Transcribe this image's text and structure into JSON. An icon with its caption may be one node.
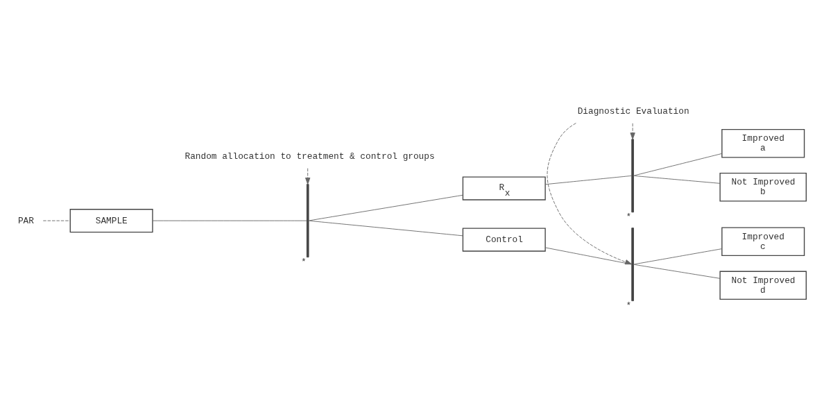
{
  "diagram": {
    "nodes": [
      {
        "text": [
          "PAR"
        ]
      },
      {
        "text": [
          "SAMPLE"
        ]
      },
      {
        "text": [],
        "shape": "bar",
        "beside": [
          "*"
        ]
      },
      {
        "text": [
          "R$_{x}$"
        ]
      },
      {
        "text": [
          "Control"
        ]
      },
      {
        "text": [],
        "shape": "bar",
        "beside": [
          "*"
        ]
      },
      {
        "text": [
          "Improved",
          "a"
        ]
      },
      {
        "text": [
          "Not Improved",
          "b"
        ]
      },
      {
        "text": [],
        "shape": "bar",
        "beside": [
          "*"
        ]
      },
      {
        "text": [
          "Improved",
          "c"
        ]
      },
      {
        "text": [
          "Not Improved",
          "d"
        ]
      },
      {
        "text": [
          "Random allocation to treatment & control groups"
        ]
      },
      {
        "text": [
          "Diagnostic Evaluation"
        ]
      }
    ],
    "edges": [
      {
        "from": 0,
        "to": 1,
        "arrow": "none",
        "style": "dashed"
      },
      {
        "from": 1,
        "to": 2,
        "arrow": "none"
      },
      {
        "from": 2,
        "to": 3,
        "arrow": "none"
      },
      {
        "from": 2,
        "to": 4,
        "arrow": "none"
      },
      {
        "from": 3,
        "to": 5,
        "arrow": "none"
      },
      {
        "from": 5,
        "to": 6,
        "arrow": "none"
      },
      {
        "from": 5,
        "to": 7,
        "arrow": "none"
      },
      {
        "from": 4,
        "to": 8,
        "arrow": "none"
      },
      {
        "from": 8,
        "to": 9,
        "arrow": "none"
      },
      {
        "from": 8,
        "to": 10,
        "arrow": "none"
      },
      {
        "from": 11,
        "to": 2,
        "arrow": "to",
        "style": "dashed"
      },
      {
        "from": 12,
        "to": 5,
        "arrow": "to",
        "style": "dashed"
      },
      {
        "from": 12,
        "to": 8,
        "arrow": "to",
        "style": "dashed"
      }
    ]
  }
}
